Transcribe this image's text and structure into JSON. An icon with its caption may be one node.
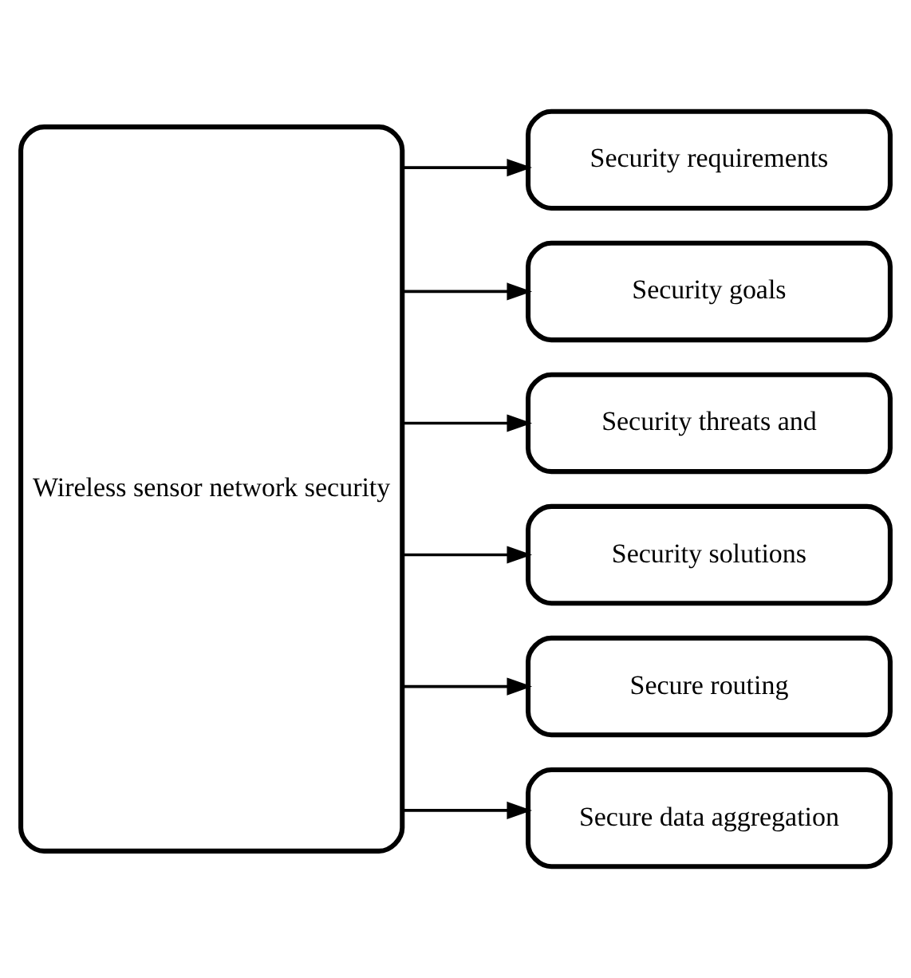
{
  "diagram": {
    "nodes": [
      {
        "text": [
          "Wireless sensor network security"
        ]
      },
      {
        "text": [
          "Security requirements"
        ]
      },
      {
        "text": [
          "Security goals"
        ]
      },
      {
        "text": [
          "Security threats and"
        ]
      },
      {
        "text": [
          "Security solutions"
        ]
      },
      {
        "text": [
          "Secure routing"
        ]
      },
      {
        "text": [
          "Secure data aggregation"
        ]
      }
    ],
    "edges": [
      {
        "from": 0,
        "to": 1,
        "arrow": "to"
      },
      {
        "from": 0,
        "to": 2,
        "arrow": "to"
      },
      {
        "from": 0,
        "to": 3,
        "arrow": "to"
      },
      {
        "from": 0,
        "to": 4,
        "arrow": "to"
      },
      {
        "from": 0,
        "to": 5,
        "arrow": "to"
      },
      {
        "from": 0,
        "to": 6,
        "arrow": "to"
      }
    ]
  }
}
